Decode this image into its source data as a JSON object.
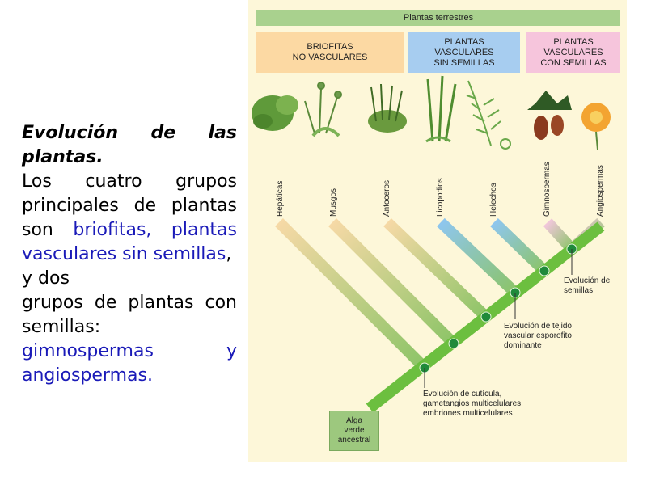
{
  "text": {
    "title": "Evolución de las plantas.",
    "p1": "Los cuatro grupos principales de plantas son ",
    "briofitas": "briofitas",
    "comma1": ", ",
    "vasc": "plantas vasculares sin semillas",
    "comma2": ",",
    "p2": "y dos",
    "p3": "grupos de plantas con semillas:",
    "gimno": "gimnospermas",
    "y": "y",
    "angio": "angiospermas",
    "dot": "."
  },
  "figure": {
    "banner": "Plantas terrestres",
    "groups": [
      {
        "label": "BRIOFITAS\nNO VASCULARES",
        "color": "#fcd9a3"
      },
      {
        "label": "PLANTAS\nVASCULARES\nSIN SEMILLAS",
        "color": "#a7cdf0"
      },
      {
        "label": "PLANTAS\nVASCULARES\nCON SEMILLAS",
        "color": "#f6c5dc"
      }
    ],
    "taxa": [
      "Hepáticas",
      "Musgos",
      "Antoceros",
      "Licopodios",
      "Helechos",
      "Gimnospermas",
      "Angiospermas"
    ],
    "notes": {
      "cuticula": "Evolución de cutícula,\ngametangios multicelulares,\nembriones multicelulares",
      "vascular": "Evolución de tejido\nvascular esporofito\ndominante",
      "semillas": "Evolución de\nsemillas"
    },
    "root": "Alga\nverde\nancestral"
  }
}
